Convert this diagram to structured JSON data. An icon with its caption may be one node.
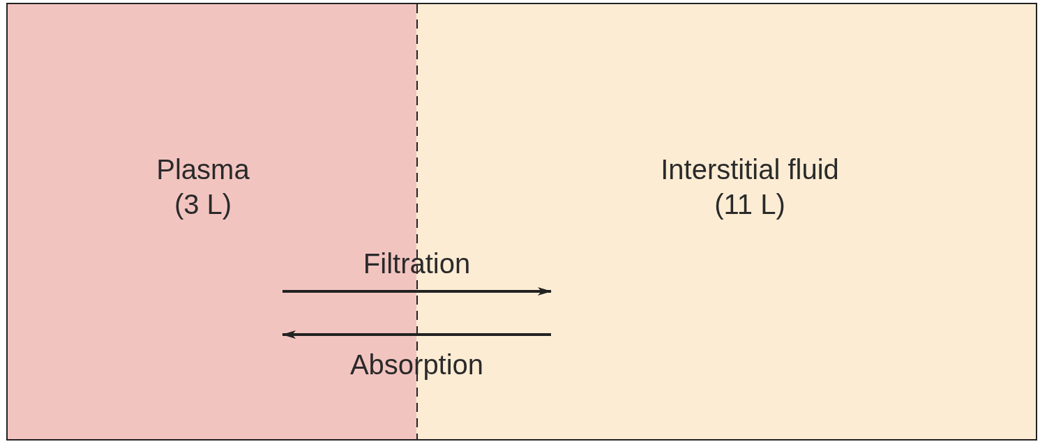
{
  "diagram": {
    "nodes": [
      {
        "text": [
          "Plasma (3 L)"
        ]
      },
      {
        "text": [
          "Interstitial fluid (11 L)"
        ]
      }
    ],
    "edges": [
      {
        "from": 0,
        "to": 1,
        "arrow": "to",
        "label": "Filtration"
      },
      {
        "from": 1,
        "to": 0,
        "arrow": "to",
        "label": "Absorption"
      }
    ]
  }
}
